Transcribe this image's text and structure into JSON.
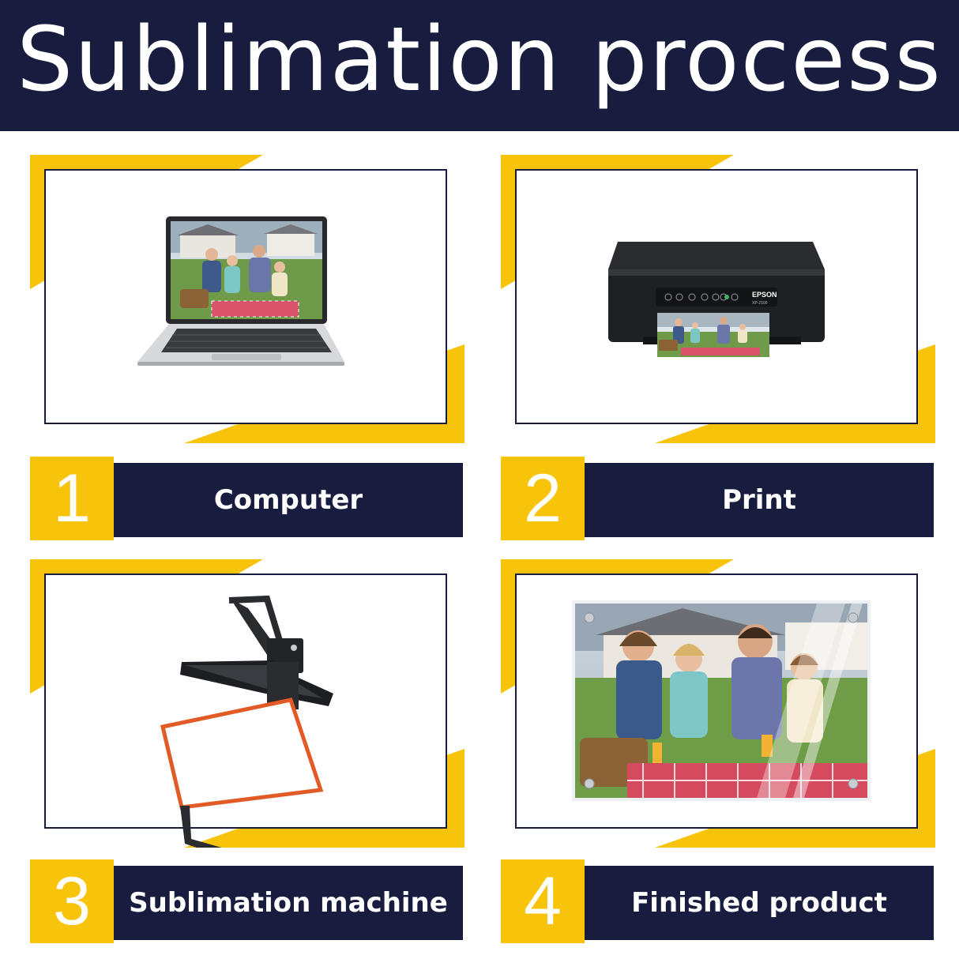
{
  "header": {
    "title": "Sublimation process"
  },
  "colors": {
    "navy": "#181c3f",
    "yellow": "#f8c30b",
    "white": "#ffffff"
  },
  "steps": [
    {
      "number": "1",
      "label": "Computer",
      "image": "laptop-with-family-photo"
    },
    {
      "number": "2",
      "label": "Print",
      "image": "epson-printer-printing-photo"
    },
    {
      "number": "3",
      "label": "Sublimation machine",
      "image": "heat-press-machine"
    },
    {
      "number": "4",
      "label": "Finished product",
      "image": "acrylic-family-photo-print"
    }
  ],
  "printer": {
    "brand": "EPSON",
    "model": "XP-2100"
  }
}
